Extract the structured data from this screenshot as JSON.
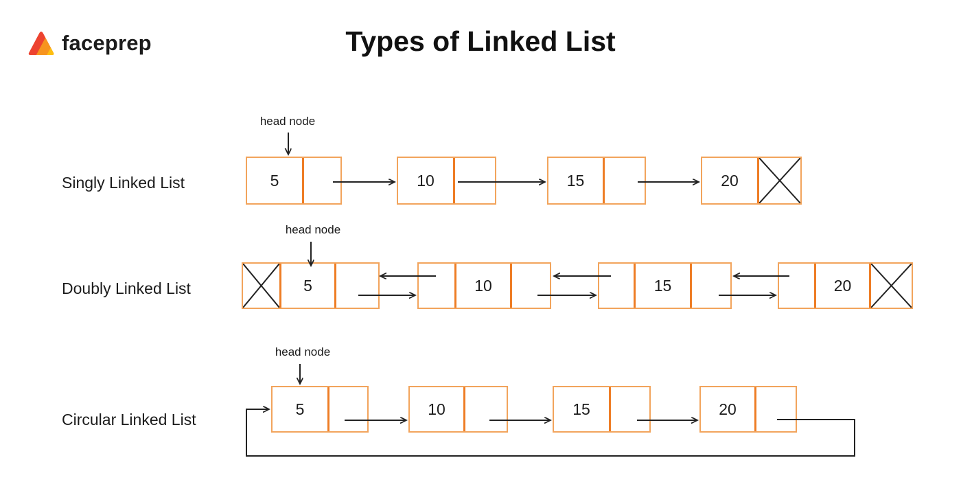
{
  "header": {
    "brand": "faceprep",
    "title": "Types of Linked List"
  },
  "colors": {
    "node_border": "#F2A45C",
    "node_divider": "#EE7D25",
    "line": "#222222",
    "background": "#FFFFFF",
    "logo_red": "#ED4330",
    "logo_orange": "#F7941E",
    "logo_yellow": "#FDBE11"
  },
  "rows": [
    {
      "label": "Singly Linked List",
      "head_label": "head node",
      "values": [
        "5",
        "10",
        "15",
        "20"
      ],
      "cells_per_node": "data + next pointer",
      "null_marker": "X in last node's next pointer"
    },
    {
      "label": "Doubly Linked List",
      "head_label": "head node",
      "values": [
        "5",
        "10",
        "15",
        "20"
      ],
      "cells_per_node": "prev pointer + data + next pointer",
      "null_marker": "X in first node's prev pointer and last node's next pointer"
    },
    {
      "label": "Circular Linked List",
      "head_label": "head node",
      "values": [
        "5",
        "10",
        "15",
        "20"
      ],
      "cells_per_node": "data + next pointer",
      "loop": "last node's next pointer loops back to head node"
    }
  ]
}
